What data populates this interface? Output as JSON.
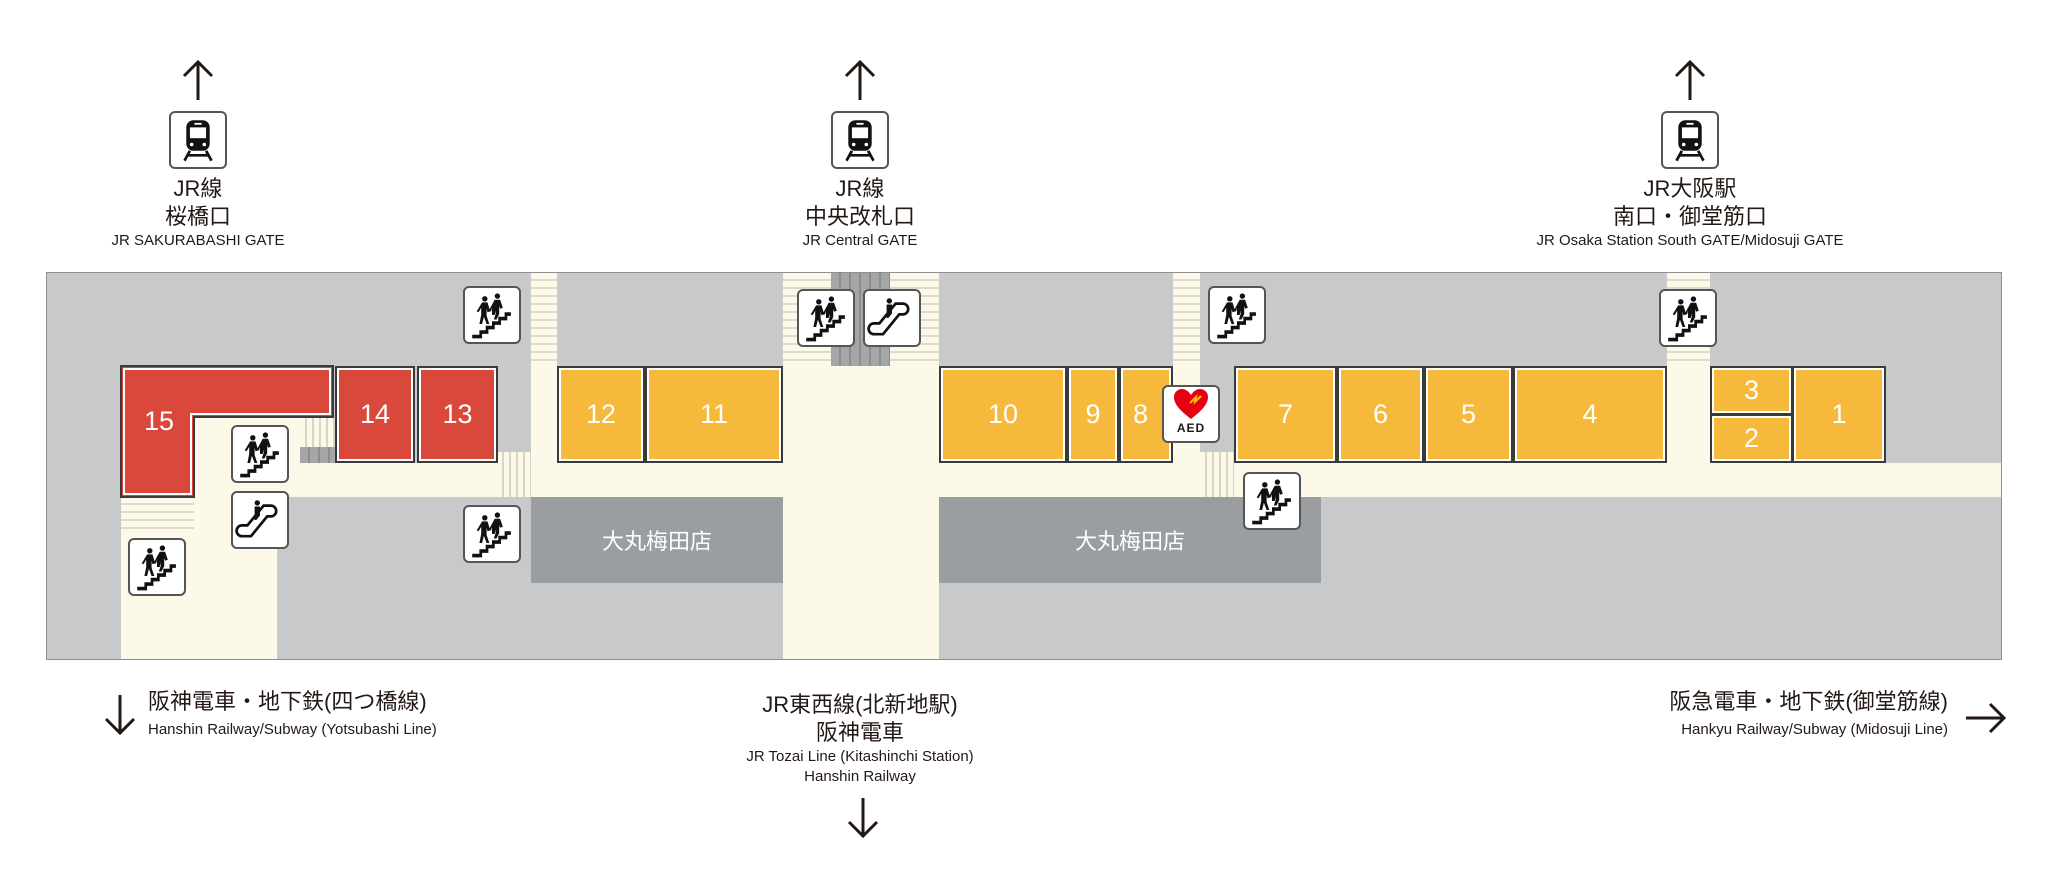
{
  "gates_top": [
    {
      "jp_line1": "JR線",
      "jp_line2": "桜橋口",
      "en": "JR SAKURABASHI GATE",
      "icon": "train-icon",
      "direction": "up"
    },
    {
      "jp_line1": "JR線",
      "jp_line2": "中央改札口",
      "en": "JR Central GATE",
      "icon": "train-icon",
      "direction": "up"
    },
    {
      "jp_line1": "JR大阪駅",
      "jp_line2": "南口・御堂筋口",
      "en": "JR Osaka Station South GATE/Midosuji GATE",
      "icon": "train-icon",
      "direction": "up"
    }
  ],
  "exits_bottom": {
    "left": {
      "jp": "阪神電車・地下鉄(四つ橋線)",
      "en": "Hanshin Railway/Subway (Yotsubashi Line)",
      "direction": "down"
    },
    "center": {
      "jp_line1": "JR東西線(北新地駅)",
      "jp_line2": "阪神電車",
      "en_line1": "JR Tozai Line (Kitashinchi Station)",
      "en_line2": "Hanshin Railway",
      "direction": "down"
    },
    "right": {
      "jp": "阪急電車・地下鉄(御堂筋線)",
      "en": "Hankyu Railway/Subway (Midosuji Line)",
      "direction": "right"
    }
  },
  "shops": {
    "s1": "1",
    "s2": "2",
    "s3": "3",
    "s4": "4",
    "s5": "5",
    "s6": "6",
    "s7": "7",
    "s8": "8",
    "s9": "9",
    "s10": "10",
    "s11": "11",
    "s12": "12",
    "s13": "13",
    "s14": "14",
    "s15": "15"
  },
  "department_store": {
    "label_west": "大丸梅田店",
    "label_east": "大丸梅田店"
  },
  "aed": {
    "label": "AED"
  },
  "colors": {
    "red_zone": "#d9483b",
    "yellow_zone": "#f6b93b",
    "corridor": "#fdf9e9",
    "background": "#c8c9ca",
    "department_store": "#9a9ea1"
  }
}
